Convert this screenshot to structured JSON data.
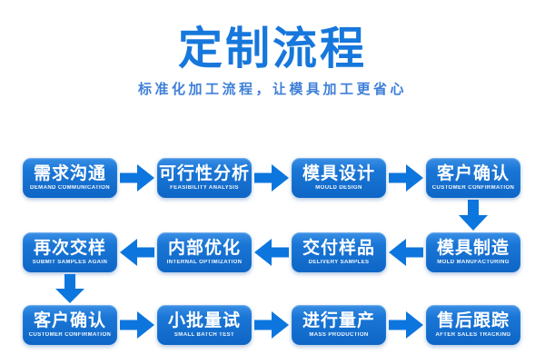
{
  "header": {
    "title": "定制流程",
    "subtitle": "标准化加工流程，让模具加工更省心"
  },
  "colors": {
    "title_blue": "#1677dc",
    "subtitle_blue": "#3e7fd8",
    "box_top": "#3b90e6",
    "box_bottom": "#0e66c6",
    "arrow_blue": "#0c76de",
    "box_text": "#ffffff"
  },
  "flow": {
    "rows": [
      {
        "direction": "left-to-right",
        "nodes": [
          {
            "zh": "需求沟通",
            "en": "DEMAND COMMUNICATION"
          },
          {
            "zh": "可行性分析",
            "en": "FEASIBILITY ANALYSIS"
          },
          {
            "zh": "模具设计",
            "en": "MOULD DESIGN"
          },
          {
            "zh": "客户确认",
            "en": "CUSTOMER CONFIRMATION"
          }
        ]
      },
      {
        "direction": "right-to-left",
        "nodes": [
          {
            "zh": "再次交样",
            "en": "SUBMIT SAMPLES AGAIN"
          },
          {
            "zh": "内部优化",
            "en": "INTERNAL OPTIMIZATION"
          },
          {
            "zh": "交付样品",
            "en": "DELIVERY SAMPLES"
          },
          {
            "zh": "模具制造",
            "en": "MOLD MANUFACTURING"
          }
        ]
      },
      {
        "direction": "left-to-right",
        "nodes": [
          {
            "zh": "客户确认",
            "en": "CUSTOMER CONFIRMATION"
          },
          {
            "zh": "小批量试",
            "en": "SMALL BATCH TEST"
          },
          {
            "zh": "进行量产",
            "en": "MASS PRODUCTION"
          },
          {
            "zh": "售后跟踪",
            "en": "AFTER SALES TRACKING"
          }
        ]
      }
    ]
  }
}
